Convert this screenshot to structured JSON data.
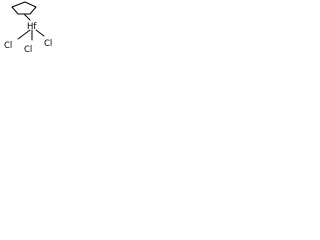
{
  "molecule": {
    "metal_label": "Hf",
    "ligand_labels": [
      "Cl",
      "Cl",
      "Cl"
    ]
  }
}
